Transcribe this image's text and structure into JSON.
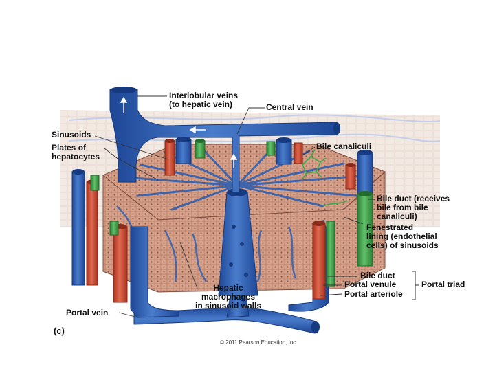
{
  "figure_tag": "(c)",
  "copyright": "© 2011 Pearson Education, Inc.",
  "labels": {
    "interlobular_veins": "Interlobular veins\n(to hepatic vein)",
    "central_vein": "Central vein",
    "sinusoids": "Sinusoids",
    "plates_of_hepatocytes": "Plates of\nhepatocytes",
    "bile_canaliculi": "Bile canaliculi",
    "bile_duct_receives": "Bile duct (receives\nbile from bile\ncanaliculi)",
    "fenestrated_lining": "Fenestrated\nlining (endothelial\ncells) of sinusoids",
    "hepatic_macrophages": "Hepatic\nmacrophages\nin sinusoid walls",
    "bile_duct": "Bile duct",
    "portal_venule": "Portal venule",
    "portal_arteriole": "Portal arteriole",
    "portal_triad": "Portal triad",
    "portal_vein": "Portal vein"
  },
  "colors": {
    "vein": "#2f5fb0",
    "artery": "#d04a35",
    "bile_duct": "#3fa64a",
    "hepatocyte": "#c98f7a",
    "background_tissue": "#e8d8d0"
  }
}
